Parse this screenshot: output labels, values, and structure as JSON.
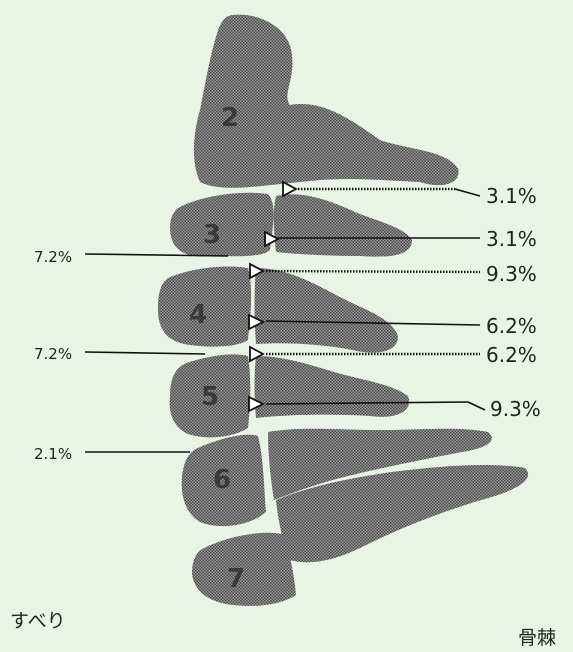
{
  "vertebrae": [
    "2",
    "3",
    "4",
    "5",
    "6",
    "7"
  ],
  "slip_values": [
    "7.2%",
    "7.2%",
    "2.1%"
  ],
  "osteophyte_values": [
    "3.1%",
    "3.1%",
    "9.3%",
    "6.2%",
    "6.2%",
    "9.3%"
  ],
  "captions": {
    "slip": "すべり",
    "osteophyte": "骨棘"
  },
  "colors": {
    "background": "#eaf4e6",
    "bone_dark": "#4a4a4a",
    "bone_light": "#9a9a9a",
    "line": "#111111"
  }
}
